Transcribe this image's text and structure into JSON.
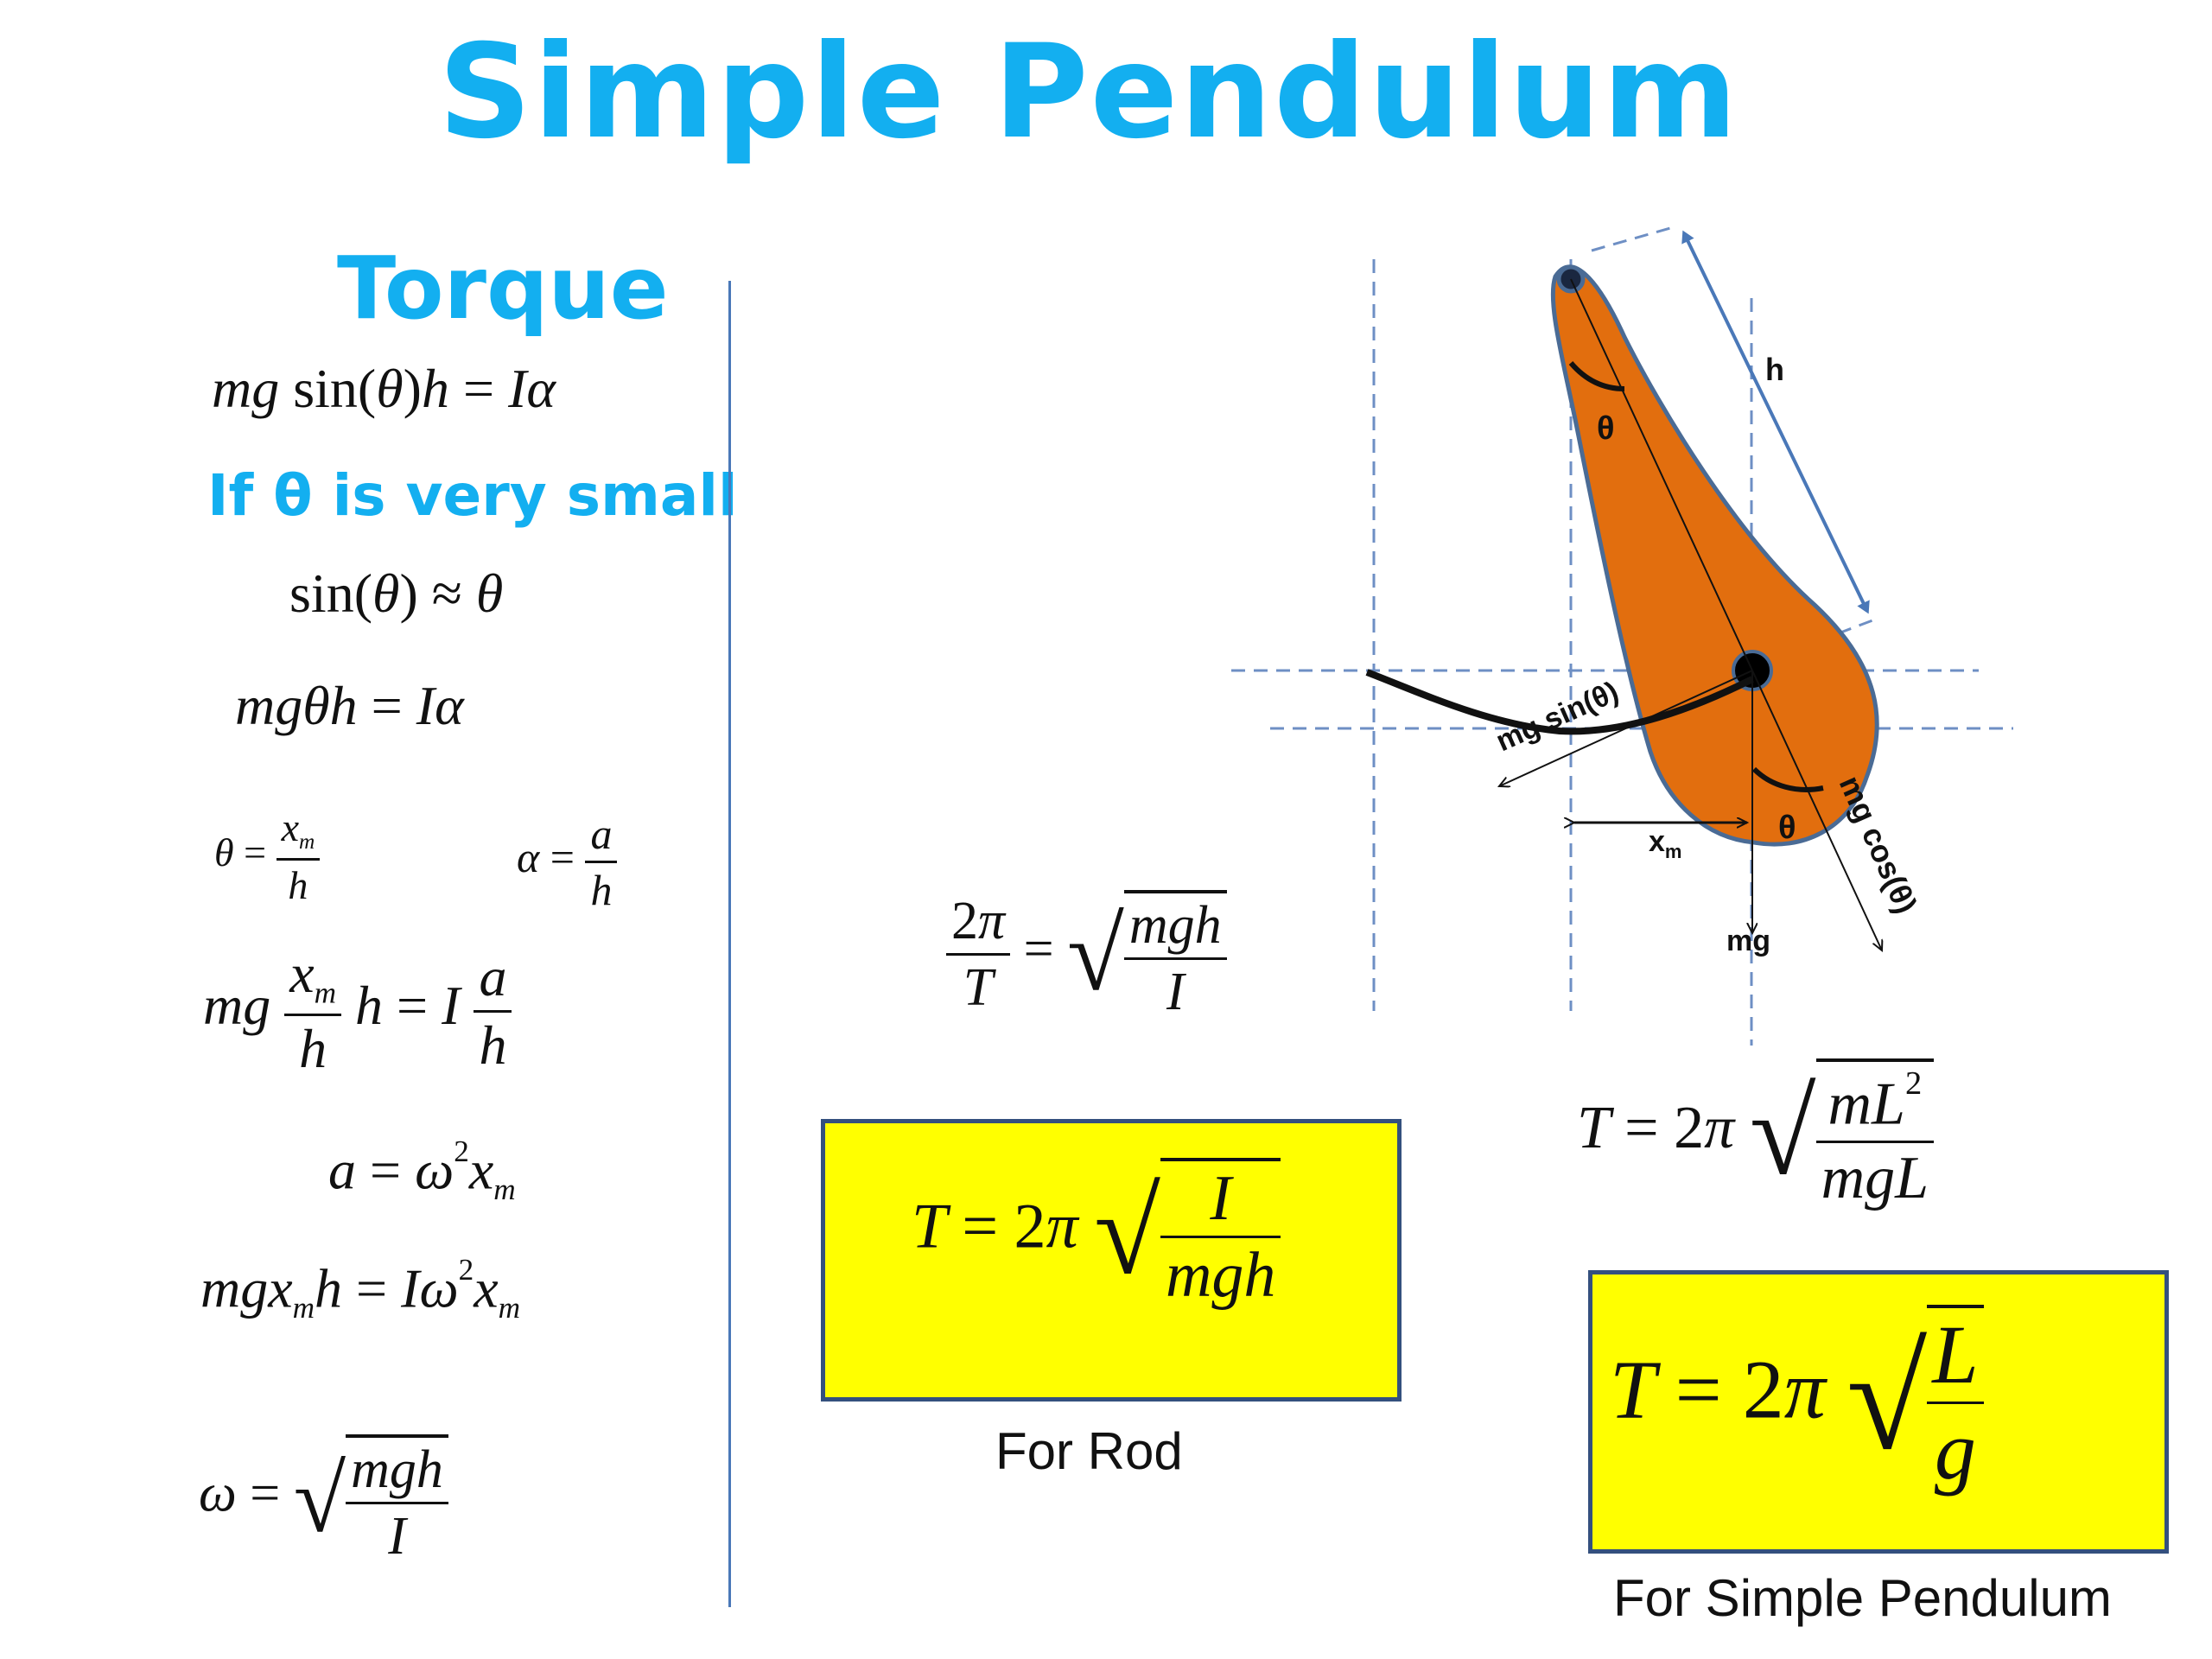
{
  "title": "Simple Pendulum",
  "subtitle": "Torque",
  "condition": "If θ is very small",
  "equations": {
    "torque": "mg sin(θ)h = Iα",
    "small_angle": "sin(θ) ≈ θ",
    "linearized": "mgθh = Iα",
    "theta_def": "θ = xm / h",
    "alpha_def": "α = a / h",
    "substituted": "mg (xm/h) h = I (a/h)",
    "accel": "a = ω²xm",
    "combined": "mgxmh = Iω²xm",
    "omega": "ω = √(mgh / I)",
    "period_relation": "2π / T = √(mgh / I)",
    "rod_period": "T = 2π √(I / mgh)",
    "simple_sub": "T = 2π √(mL² / mgL)",
    "simple_period": "T = 2π √(L / g)"
  },
  "captions": {
    "rod": "For Rod",
    "simple": "For Simple Pendulum"
  },
  "diagram": {
    "labels": {
      "h": "h",
      "theta_top": "θ",
      "theta_bottom": "θ",
      "mg_sin": "mg sin(θ)",
      "mg_cos": "mg cos(θ)",
      "xm": "x",
      "xm_sub": "m",
      "mg": "mg"
    },
    "colors": {
      "body_fill": "#e26e0e",
      "body_stroke": "#4a6b95",
      "guide": "#6e8fc4",
      "highlight": "#ffff00",
      "accent": "#13aff0"
    }
  }
}
